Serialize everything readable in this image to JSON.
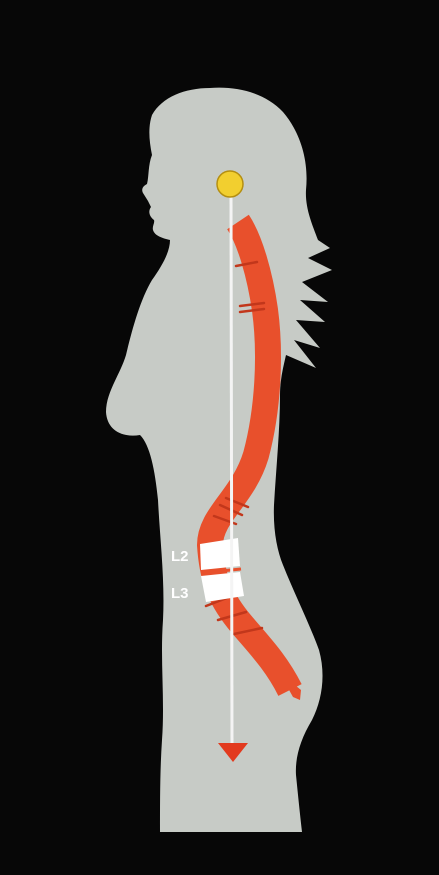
{
  "figure": {
    "labels": {
      "upper": "L2",
      "lower": "L3"
    }
  },
  "colors": {
    "background": "#070707",
    "silhouette": "#c7cbc6",
    "spine": "#e8502c",
    "spine_marks": "#c2371b",
    "plumb_line": "#f4f4f4",
    "head_marker": "#f2cf2f",
    "arrow_tip": "#e23a1e",
    "highlighted_vertebrae": "#ffffff"
  },
  "icons": {
    "head_marker": "yellow-circle",
    "plumb_arrow": "triangle-down"
  }
}
